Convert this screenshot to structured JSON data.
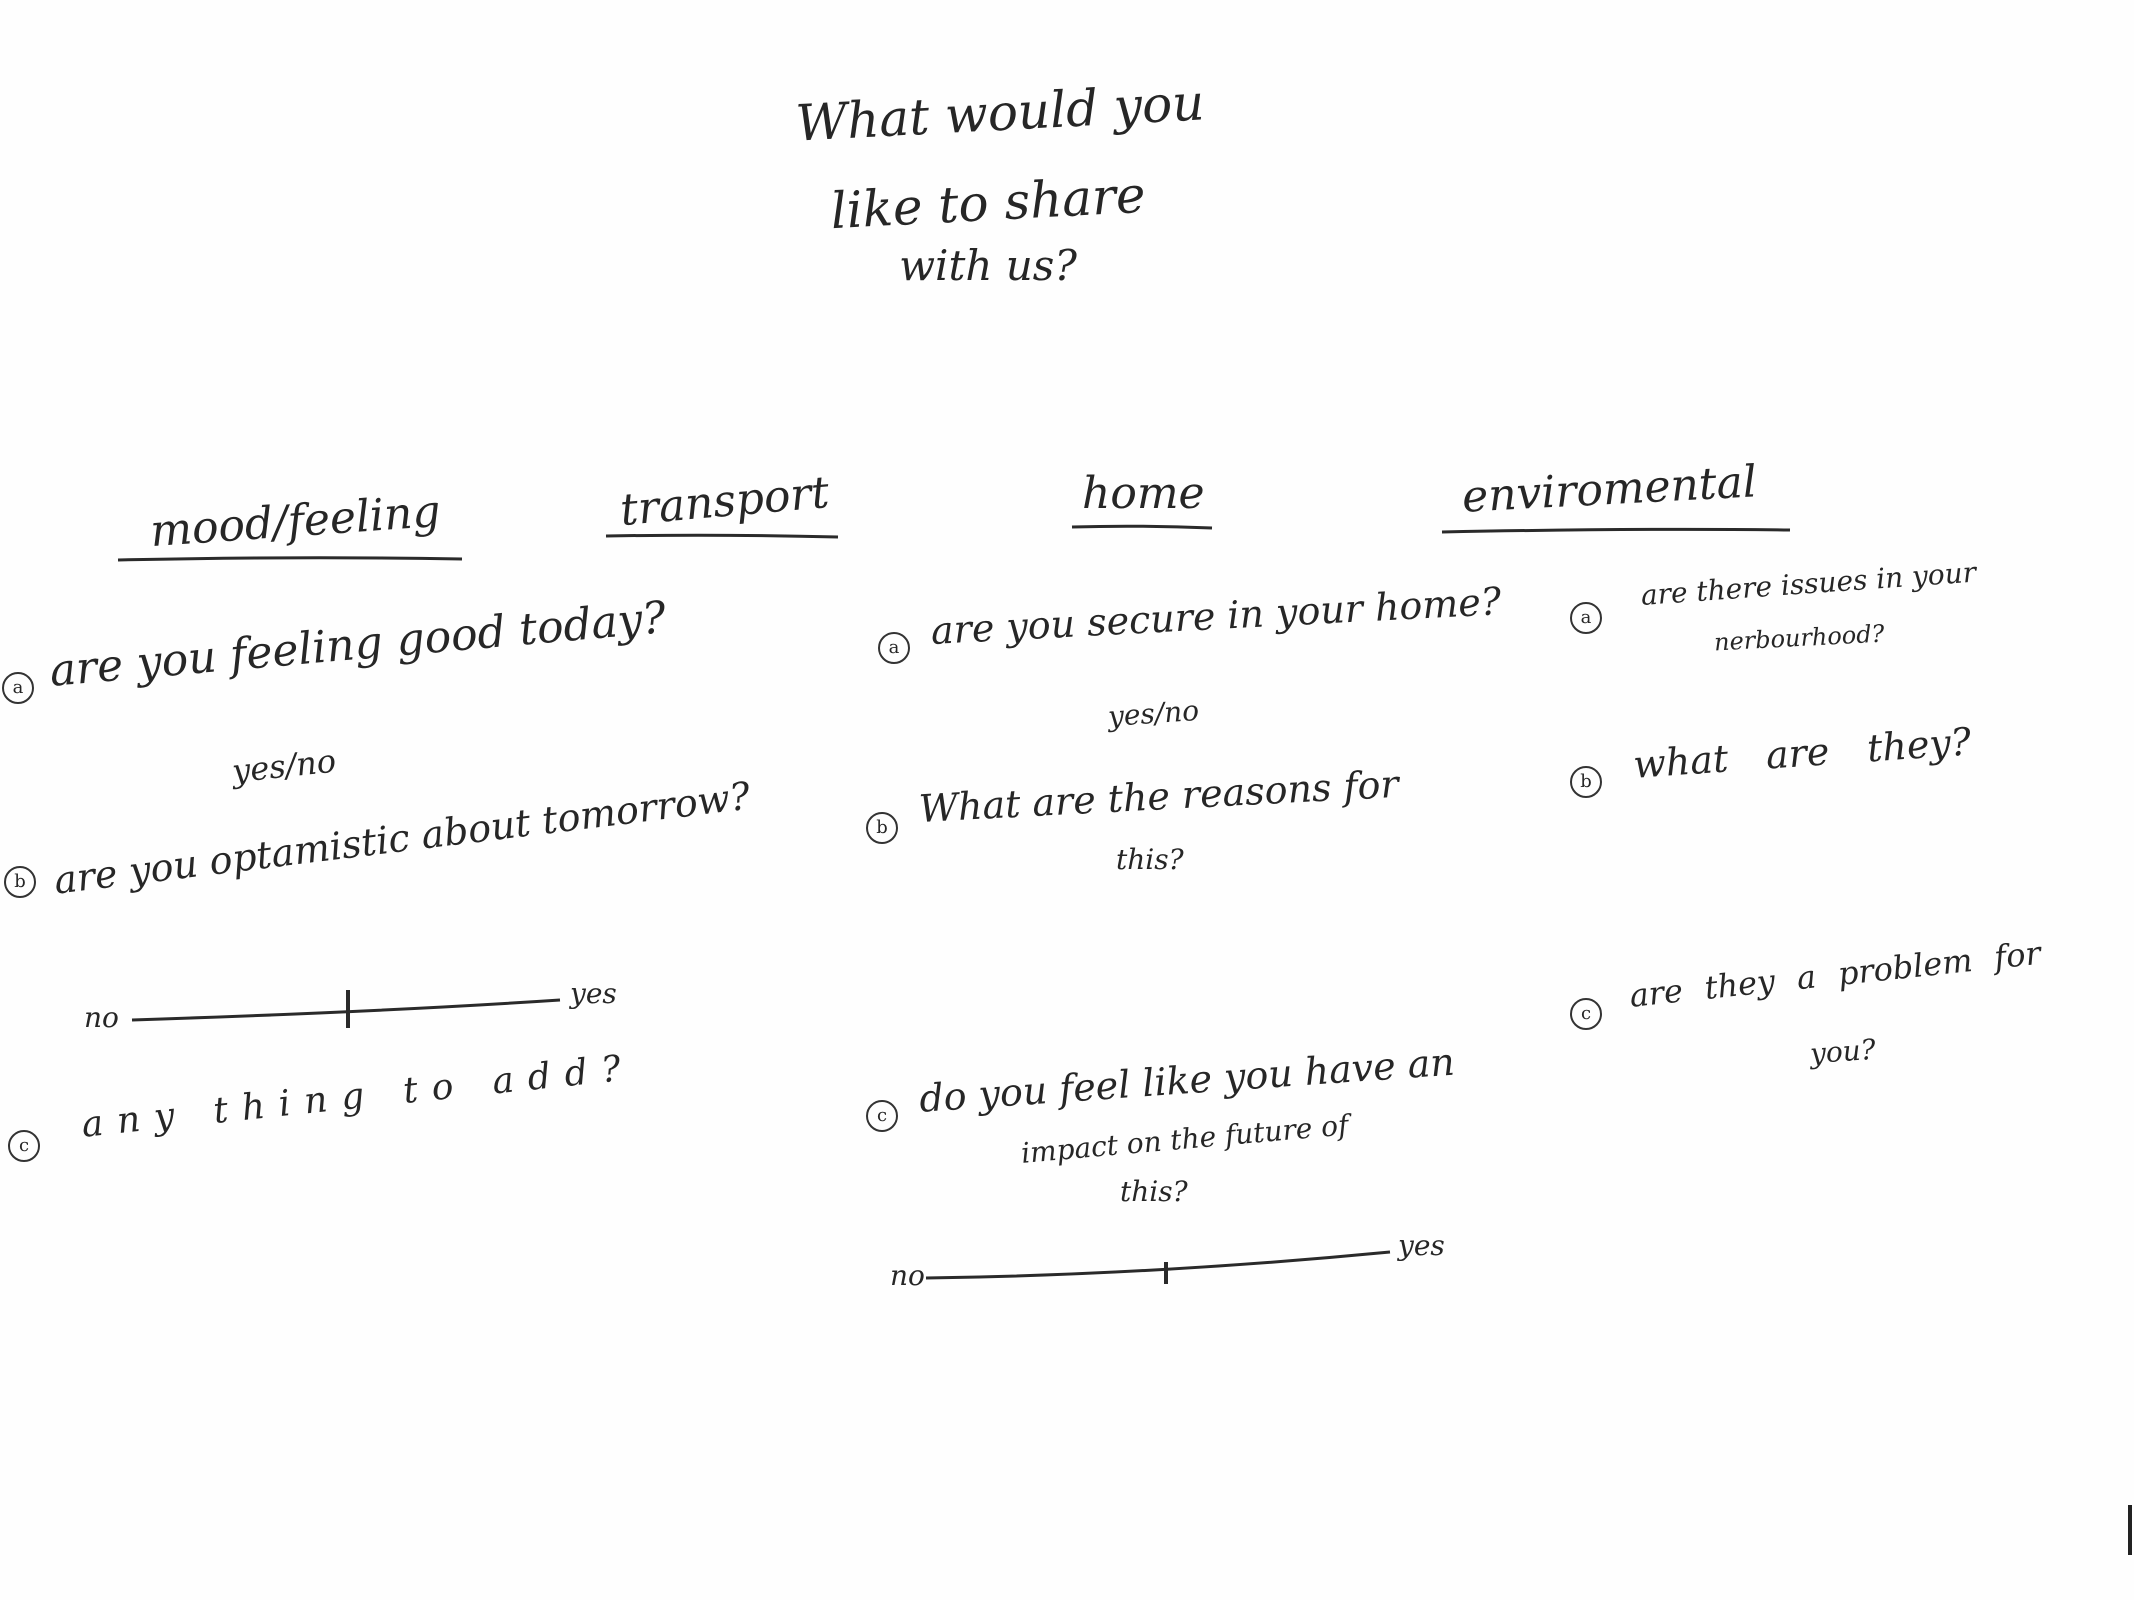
{
  "title": {
    "line1": "What would you",
    "line2": "like to share",
    "line3": "with us?"
  },
  "categories": {
    "mood": "mood/feeling",
    "transport": "transport",
    "home": "home",
    "environmental": "enviromental"
  },
  "mood": {
    "q_a": {
      "marker": "a",
      "text": "are you feeling good today?",
      "answer": "yes/no"
    },
    "q_b": {
      "marker": "b",
      "text": "are you optamistic about tomorrow?"
    },
    "scale": {
      "low": "no",
      "high": "yes",
      "value": 0.5
    },
    "q_c": {
      "marker": "c",
      "text": "any thing to add?"
    }
  },
  "home": {
    "q_a": {
      "marker": "a",
      "text": "are you secure in your home?",
      "answer": "yes/no"
    },
    "q_b": {
      "marker": "b",
      "text_line1": "What are the reasons for",
      "text_line2": "this?"
    },
    "q_c": {
      "marker": "c",
      "text_line1": "do you feel like you have an",
      "text_line2": "impact on the future of",
      "text_line3": "this?"
    },
    "scale": {
      "low": "no",
      "high": "yes",
      "value": 0.5
    }
  },
  "environmental": {
    "q_a": {
      "marker": "a",
      "text_line1": "are there issues in your",
      "text_line2": "nerbourhood?"
    },
    "q_b": {
      "marker": "b",
      "text": "what are they?"
    },
    "q_c": {
      "marker": "c",
      "text_line1": "are they a problem for",
      "text_line2": "you?"
    }
  }
}
